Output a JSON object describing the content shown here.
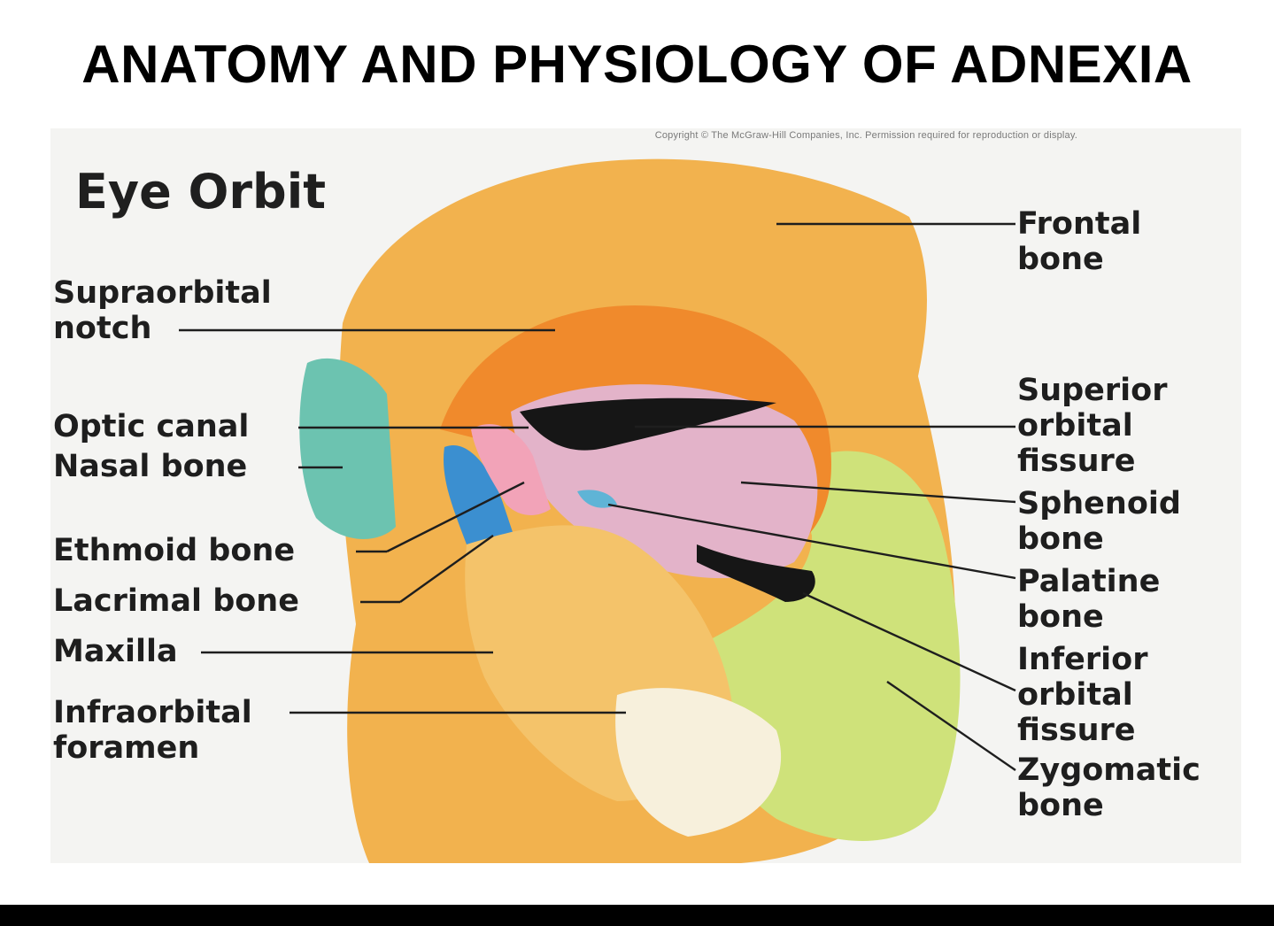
{
  "slide": {
    "title": "ANATOMY AND PHYSIOLOGY OF ADNEXIA"
  },
  "figure": {
    "copyright": "Copyright © The McGraw-Hill Companies, Inc. Permission required for reproduction or display.",
    "title": "Eye Orbit",
    "labels_left": {
      "supraorbital_notch": "Supraorbital\nnotch",
      "optic_canal": "Optic canal",
      "nasal_bone": "Nasal bone",
      "ethmoid_bone": "Ethmoid bone",
      "lacrimal_bone": "Lacrimal bone",
      "maxilla": "Maxilla",
      "infraorbital_foramen": "Infraorbital\nforamen"
    },
    "labels_right": {
      "frontal_bone": "Frontal\nbone",
      "superior_orbital_fissure": "Superior\norbital\nfissure",
      "sphenoid_bone": "Sphenoid\nbone",
      "palatine_bone": "Palatine\nbone",
      "inferior_orbital_fissure": "Inferior\norbital\nfissure",
      "zygomatic_bone": "Zygomatic\nbone"
    },
    "colors": {
      "frontal": "#f2b24e",
      "orbit_roof": "#f08a2c",
      "sphenoid": "#e3b3c9",
      "zygomatic": "#cfe27a",
      "nasal": "#6cc3b0",
      "lacrimal": "#3b8fd0",
      "ethmoid": "#f2a3b8",
      "maxilla": "#f4c36a",
      "fissure": "#161616"
    }
  }
}
